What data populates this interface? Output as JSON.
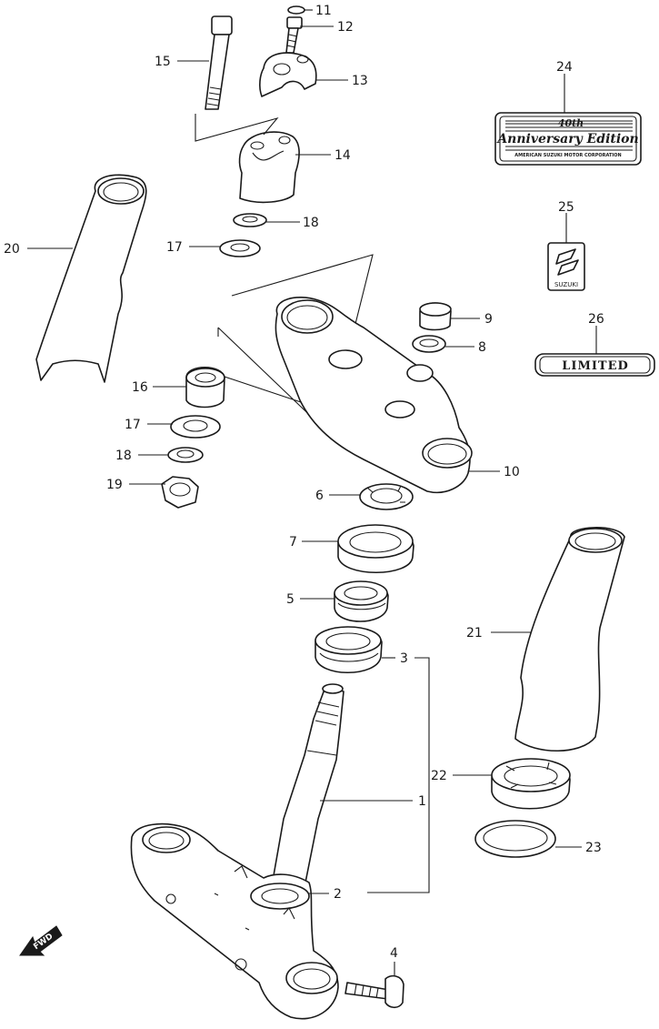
{
  "callouts": {
    "c1": "1",
    "c2": "2",
    "c3": "3",
    "c4": "4",
    "c5": "5",
    "c6": "6",
    "c7": "7",
    "c8": "8",
    "c9": "9",
    "c10": "10",
    "c11": "11",
    "c12": "12",
    "c13": "13",
    "c14": "14",
    "c15": "15",
    "c16": "16",
    "c17a": "17",
    "c17b": "17",
    "c18a": "18",
    "c18b": "18",
    "c19": "19",
    "c20": "20",
    "c21": "21",
    "c22": "22",
    "c23": "23",
    "c24": "24",
    "c25": "25",
    "c26": "26"
  },
  "emblems": {
    "anniversary_line1": "40th",
    "anniversary_line2": "Anniversary Edition",
    "anniversary_line3": "AMERICAN SUZUKI MOTOR CORPORATION",
    "suzuki_badge": "SUZUKI",
    "limited_badge": "LIMITED"
  },
  "direction_marker": "FWD"
}
